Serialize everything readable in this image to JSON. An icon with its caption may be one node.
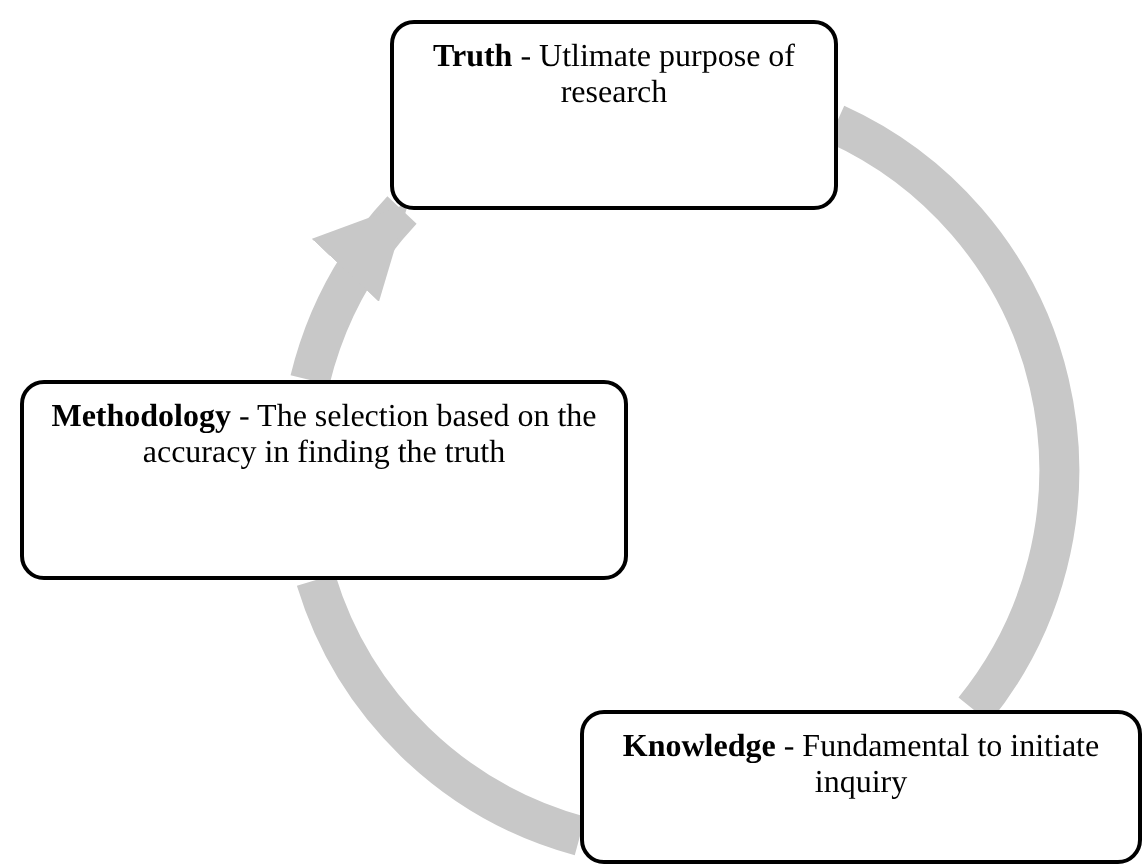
{
  "diagram": {
    "nodes": [
      {
        "text": [
          "**Truth** - Utlimate purpose of research"
        ]
      },
      {
        "text": [
          "**Methodology** - The selection based on the accuracy in finding the truth"
        ]
      },
      {
        "text": [
          "**Knowledge** - Fundamental to initiate inquiry"
        ]
      }
    ],
    "edges": [
      {
        "from": 1,
        "to": 0,
        "arrow": "to"
      },
      {
        "from": 0,
        "to": 2,
        "arrow": "none"
      },
      {
        "from": 2,
        "to": 1,
        "arrow": "none"
      }
    ]
  }
}
